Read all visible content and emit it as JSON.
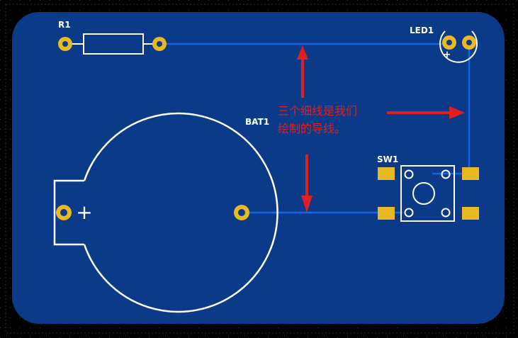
{
  "board": {
    "background_color": "#000000",
    "board_color": "#0b3b88",
    "trace_color": "#1565e8",
    "silk_color": "#ffffff",
    "pad_color": "#e8b923",
    "arrow_color": "#e02020"
  },
  "components": {
    "r1": "R1",
    "led1": "LED1",
    "bat1": "BAT1",
    "sw1": "SW1",
    "bat_plus": "+",
    "led_plus": "+"
  },
  "annotation": {
    "line1": "三个细线是我们",
    "line2": "绘制的导线。"
  }
}
